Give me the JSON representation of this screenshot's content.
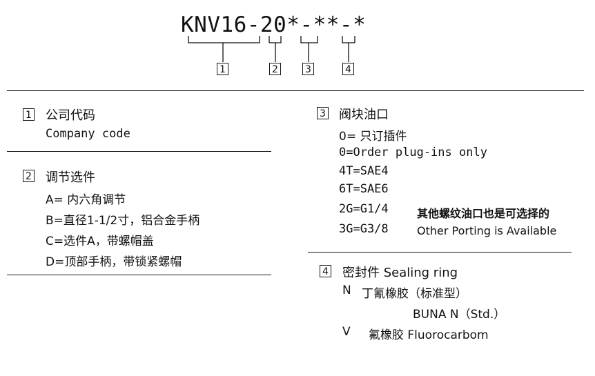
{
  "model_code": "KNV16-20*-**-*",
  "markers": [
    "1",
    "2",
    "3",
    "4"
  ],
  "section1": {
    "title": "公司代码",
    "lines": [
      "Company code"
    ]
  },
  "section2": {
    "title": "调节选件",
    "lines": [
      "A= 内六角调节",
      "B=直径1-1/2寸，铝合金手柄",
      "C=选件A，带螺帽盖",
      "D=顶部手柄，带锁紧螺帽"
    ]
  },
  "section3": {
    "title": "阀块油口",
    "lines": [
      "0= 只订插件",
      "0=Order plug-ins only",
      "4T=SAE4",
      "6T=SAE6",
      "2G=G1/4",
      "3G=G3/8"
    ],
    "note_cn": "其他螺纹油口也是可选择的",
    "note_en": "Other Porting is Available"
  },
  "section4": {
    "title": "密封件  Sealing ring",
    "n_code": "N",
    "n_cn": "丁氰橡胶（标准型）",
    "n_en": "BUNA N（Std.）",
    "v_code": "V",
    "v_desc": "氟橡胶  Fluorocarbom"
  }
}
